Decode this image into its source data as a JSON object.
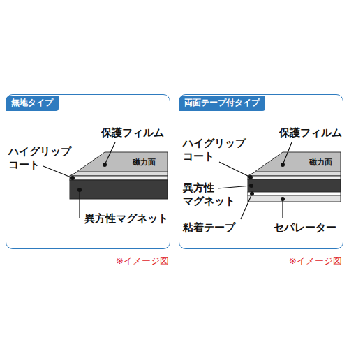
{
  "diagram": {
    "nodes": [
      {
        "text": [
          "無地タイプ"
        ]
      },
      {
        "text": [
          "両面テープ付タイプ"
        ]
      }
    ],
    "labels": [
      "保護フィルム",
      "ハイグリップ コート",
      "磁力面",
      "異方性マグネット",
      "保護フィルム",
      "ハイグリップ コート",
      "磁力面",
      "異方性 マグネット",
      "粘着テープ",
      "セパレーター",
      "※イメージ図",
      "※イメージ図"
    ]
  }
}
